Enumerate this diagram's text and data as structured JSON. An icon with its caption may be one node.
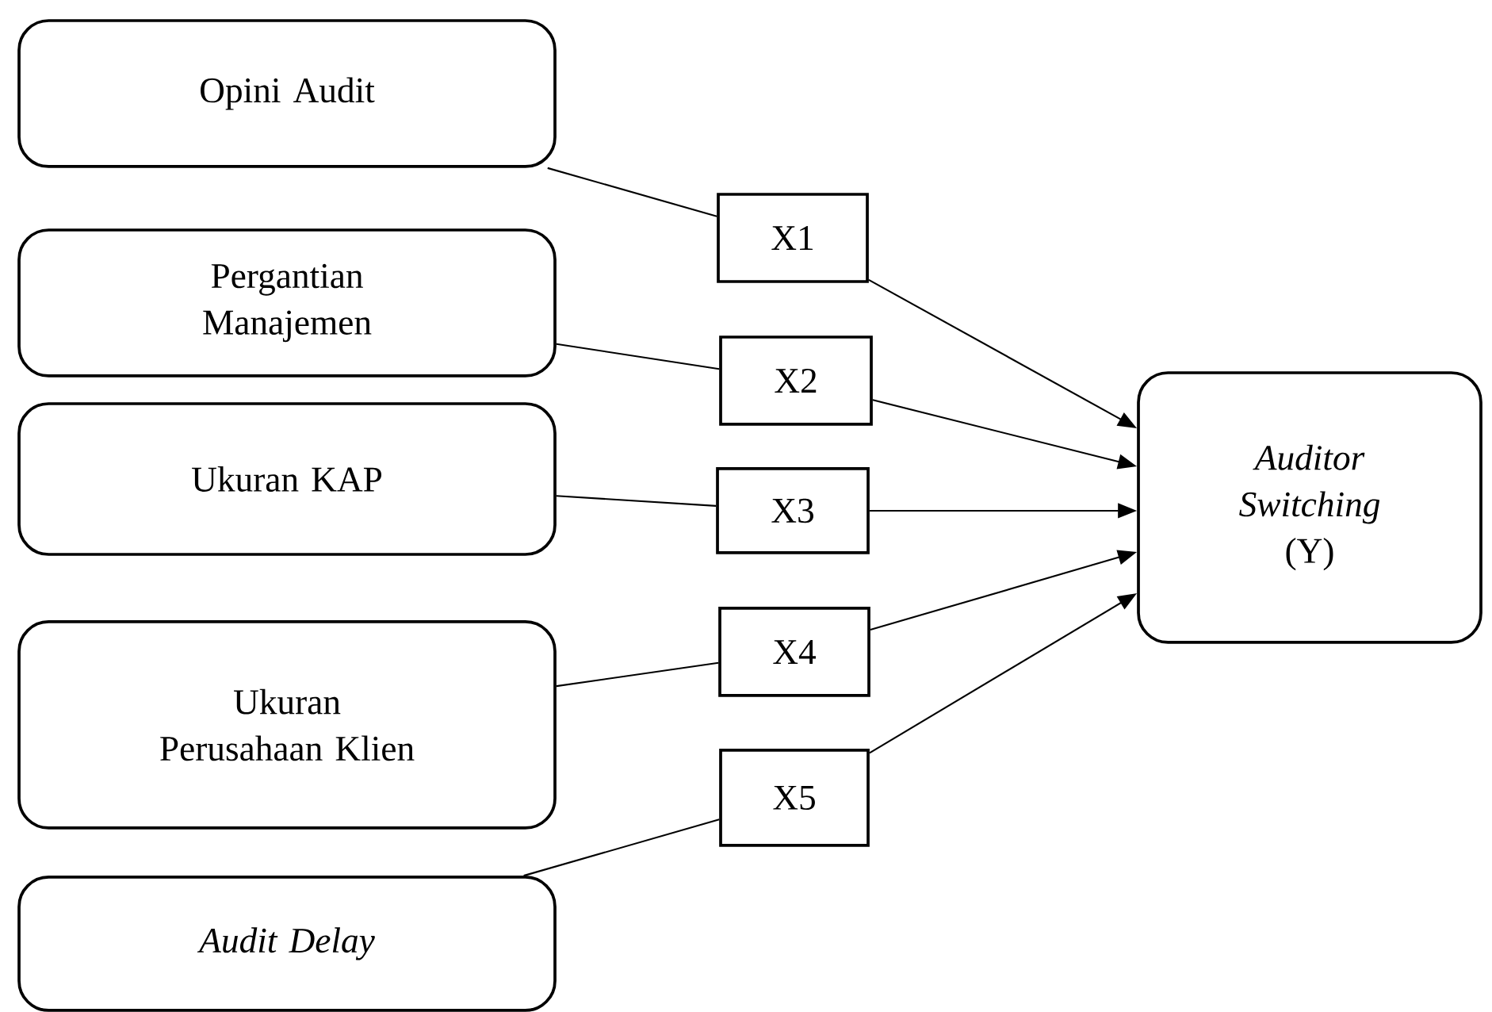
{
  "diagram": {
    "nodes": [
      {
        "text": [
          "Opini Audit"
        ]
      },
      {
        "text": [
          "Pergantian Manajemen"
        ]
      },
      {
        "text": [
          "Ukuran KAP"
        ]
      },
      {
        "text": [
          "Ukuran Perusahaan Klien"
        ]
      },
      {
        "text": [
          "Audit Delay"
        ]
      },
      {
        "text": [
          "X1"
        ]
      },
      {
        "text": [
          "X2"
        ]
      },
      {
        "text": [
          "X3"
        ]
      },
      {
        "text": [
          "X4"
        ]
      },
      {
        "text": [
          "X5"
        ]
      },
      {
        "text": [
          "*Auditor Switching* (Y)"
        ]
      }
    ],
    "edges": [
      {
        "from": 0,
        "to": 5,
        "arrow": "none"
      },
      {
        "from": 1,
        "to": 6,
        "arrow": "none"
      },
      {
        "from": 2,
        "to": 7,
        "arrow": "none"
      },
      {
        "from": 3,
        "to": 8,
        "arrow": "none"
      },
      {
        "from": 4,
        "to": 9,
        "arrow": "none"
      },
      {
        "from": 5,
        "to": 10,
        "arrow": "to"
      },
      {
        "from": 6,
        "to": 10,
        "arrow": "to"
      },
      {
        "from": 7,
        "to": 10,
        "arrow": "to"
      },
      {
        "from": 8,
        "to": 10,
        "arrow": "to"
      },
      {
        "from": 9,
        "to": 10,
        "arrow": "to"
      }
    ]
  }
}
